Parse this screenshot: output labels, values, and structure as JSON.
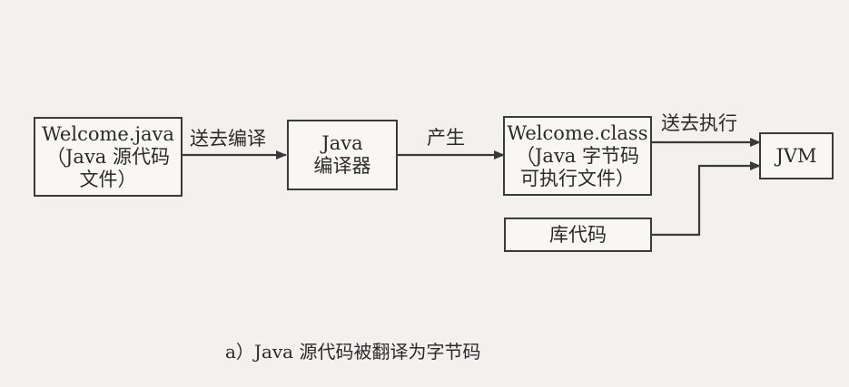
{
  "diagram": {
    "nodes": {
      "source": {
        "lines": [
          "Welcome.java",
          "（Java 源代码",
          "文件）"
        ]
      },
      "compiler": {
        "lines": [
          "Java",
          "编译器"
        ]
      },
      "bytecode": {
        "lines": [
          "Welcome.class",
          "（Java 字节码",
          "可执行文件）"
        ]
      },
      "library": {
        "lines": [
          "库代码"
        ]
      },
      "jvm": {
        "lines": [
          "JVM"
        ]
      }
    },
    "edges": {
      "source_to_compiler": "送去编译",
      "compiler_to_bytecode": "产生",
      "bytecode_to_jvm": "送去执行"
    },
    "caption": "a）Java 源代码被翻译为字节码"
  }
}
